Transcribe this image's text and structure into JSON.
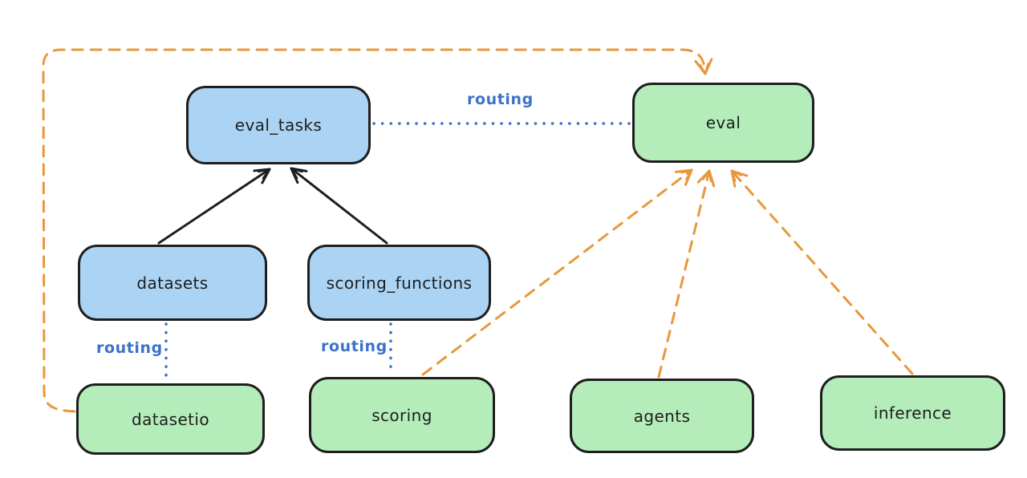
{
  "diagram": {
    "colors": {
      "blue_fill": "#abd4f4",
      "green_fill": "#b4edba",
      "stroke": "#1e1e1e",
      "orange": "#e9973d",
      "routing_blue": "#3b73c9",
      "background": "#ffffff"
    },
    "nodes": {
      "eval_tasks": {
        "label": "eval_tasks",
        "fill": "blue"
      },
      "eval": {
        "label": "eval",
        "fill": "green"
      },
      "datasets": {
        "label": "datasets",
        "fill": "blue"
      },
      "scoring_functions": {
        "label": "scoring_functions",
        "fill": "blue"
      },
      "datasetio": {
        "label": "datasetio",
        "fill": "green"
      },
      "scoring": {
        "label": "scoring",
        "fill": "green"
      },
      "agents": {
        "label": "agents",
        "fill": "green"
      },
      "inference": {
        "label": "inference",
        "fill": "green"
      }
    },
    "edges": [
      {
        "from": "datasets",
        "to": "eval_tasks",
        "style": "solid",
        "color": "black",
        "arrow": "to",
        "label": ""
      },
      {
        "from": "scoring_functions",
        "to": "eval_tasks",
        "style": "solid",
        "color": "black",
        "arrow": "to",
        "label": ""
      },
      {
        "from": "eval_tasks",
        "to": "eval",
        "style": "dotted",
        "color": "blue",
        "arrow": "none",
        "label": "routing"
      },
      {
        "from": "datasets",
        "to": "datasetio",
        "style": "dotted",
        "color": "blue",
        "arrow": "none",
        "label": "routing"
      },
      {
        "from": "scoring_functions",
        "to": "scoring",
        "style": "dotted",
        "color": "blue",
        "arrow": "none",
        "label": "routing"
      },
      {
        "from": "datasetio",
        "to": "eval",
        "style": "dashed",
        "color": "orange",
        "arrow": "to",
        "label": ""
      },
      {
        "from": "scoring",
        "to": "eval",
        "style": "dashed",
        "color": "orange",
        "arrow": "to",
        "label": ""
      },
      {
        "from": "agents",
        "to": "eval",
        "style": "dashed",
        "color": "orange",
        "arrow": "to",
        "label": ""
      },
      {
        "from": "inference",
        "to": "eval",
        "style": "dashed",
        "color": "orange",
        "arrow": "to",
        "label": ""
      }
    ]
  }
}
